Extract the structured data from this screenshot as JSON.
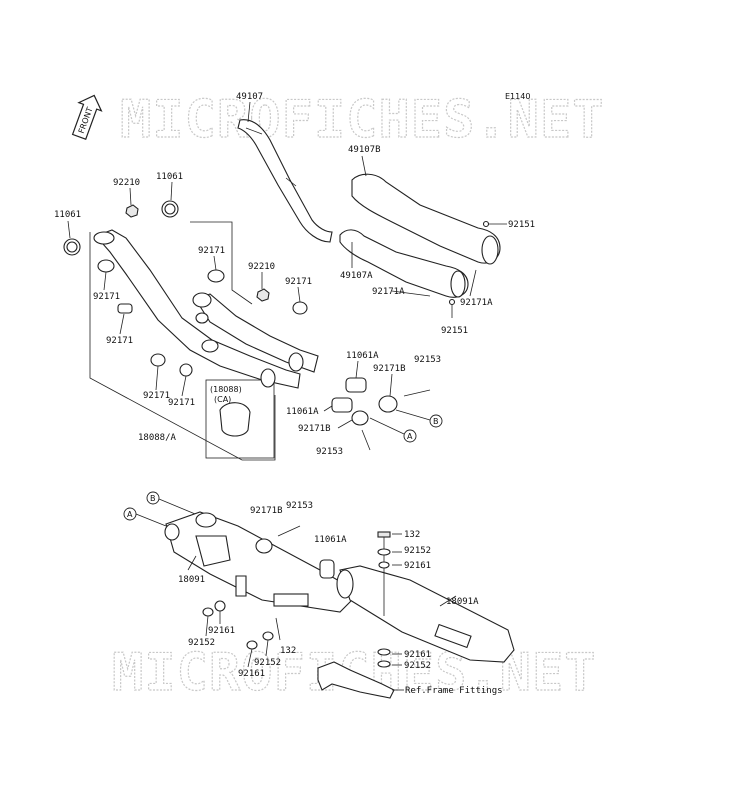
{
  "diagram_code": "E1140",
  "watermark": "MICROFICHES.NET",
  "front_badge": "FRONT",
  "inset": {
    "line1": "(18088)",
    "line2": "(CA)"
  },
  "ref_circles": {
    "a": "A",
    "b": "B"
  },
  "ref_note": "Ref.Frame Fittings",
  "parts": [
    "49107",
    "49107B",
    "49107A",
    "92151",
    "92171A",
    "11061",
    "92210",
    "11061",
    "92171",
    "92171",
    "92210",
    "92171",
    "92171",
    "92171",
    "92171",
    "92151",
    "11061A",
    "92153",
    "92171B",
    "11061A",
    "92171B",
    "92153",
    "18088/A",
    "92153",
    "92171B",
    "11061A",
    "18091",
    "132",
    "92152",
    "92161",
    "18091A",
    "92161",
    "92152",
    "92152",
    "132",
    "92161",
    "92152",
    "92161",
    "92171A"
  ]
}
